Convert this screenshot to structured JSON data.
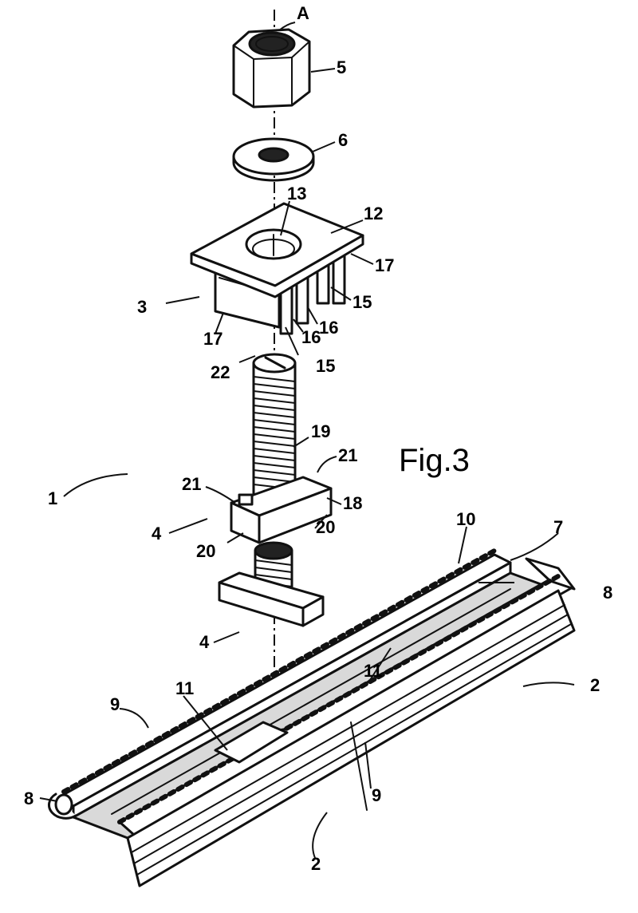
{
  "figure": {
    "title": "Fig.3"
  },
  "labels": {
    "axis": "A",
    "assembly": "1",
    "rail_a": "2",
    "rail_b": "2",
    "plate": "3",
    "tbolt_upper": "4",
    "tbolt_lower": "4",
    "nut": "5",
    "washer": "6",
    "groove": "7",
    "flange_right": "8",
    "flange_left": "8",
    "lip_left": "9",
    "lip_front": "9",
    "serrated_lip": "10",
    "teeth_left": "11",
    "teeth_right": "11",
    "plate_top": "12",
    "plate_hole": "13",
    "leg_front": "15",
    "leg_back": "15",
    "ridge_a": "16",
    "ridge_b": "16",
    "skirt_right": "17",
    "skirt_left": "17",
    "bolt_head": "18",
    "bolt_shank": "19",
    "head_end_left": "20",
    "head_end_right": "20",
    "shoulder_left": "21",
    "shoulder_right": "21",
    "bolt_slot": "22"
  }
}
